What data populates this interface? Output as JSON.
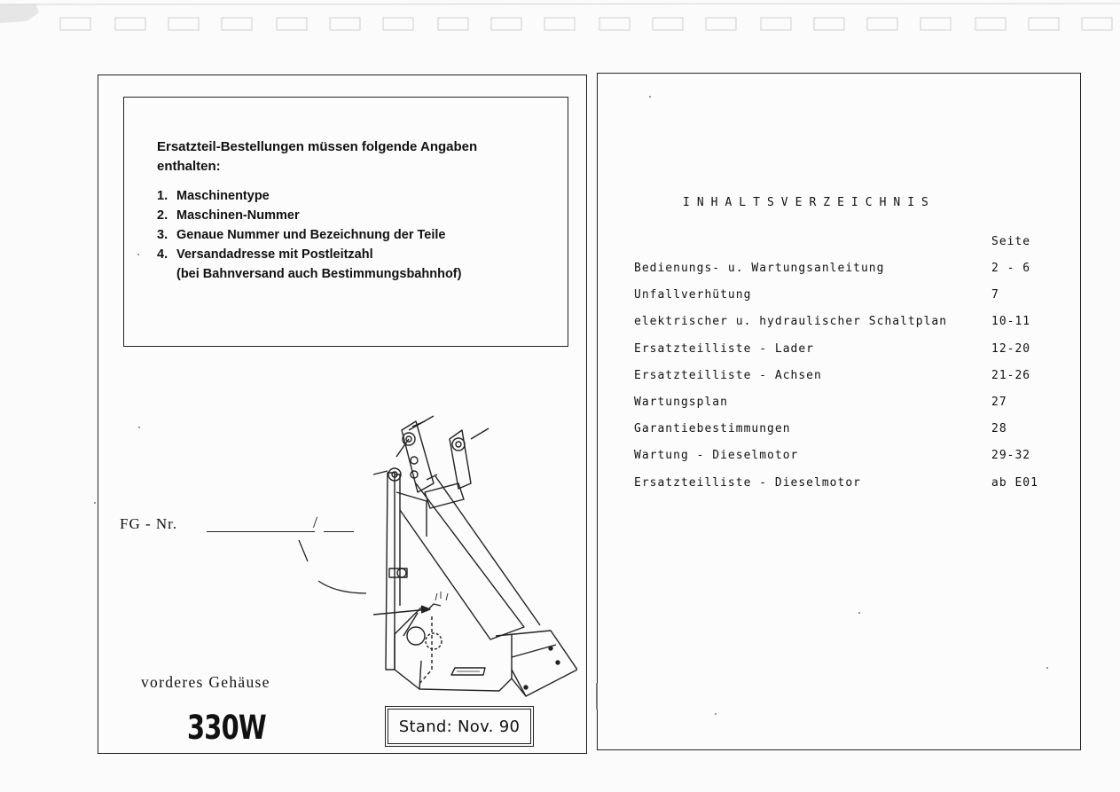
{
  "left_page": {
    "notice": {
      "heading": "Ersatzteil-Bestellungen müssen folgende Angaben enthalten:",
      "items": [
        {
          "number": "1.",
          "text": "Maschinentype"
        },
        {
          "number": "2.",
          "text": "Maschinen-Nummer"
        },
        {
          "number": "3.",
          "text": "Genaue Nummer und Bezeichnung der Teile"
        },
        {
          "number": "4.",
          "text": "Versandadresse mit Postleitzahl"
        }
      ],
      "item_continuation": "(bei Bahnversand auch Bestimmungsbahnhof)"
    },
    "fg_label": "FG - Nr.",
    "fg_separator": "/",
    "part_name": "vorderes Gehäuse",
    "model": "330W",
    "stand": "Stand: Nov. 90"
  },
  "right_page": {
    "toc_title": "INHALTSVERZEICHNIS",
    "page_column_header": "Seite",
    "entries": [
      {
        "title": "Bedienungs- u. Wartungsanleitung",
        "pages": "2 - 6"
      },
      {
        "title": "Unfallverhütung",
        "pages": "7"
      },
      {
        "title": "elektrischer u. hydraulischer Schaltplan",
        "pages": "10-11"
      },
      {
        "title": "Ersatzteilliste - Lader",
        "pages": "12-20"
      },
      {
        "title": "Ersatzteilliste - Achsen",
        "pages": "21-26"
      },
      {
        "title": "Wartungsplan",
        "pages": "27"
      },
      {
        "title": "Garantiebestimmungen",
        "pages": "28"
      },
      {
        "title": "Wartung - Dieselmotor",
        "pages": "29-32"
      },
      {
        "title": "Ersatzteilliste - Dieselmotor",
        "pages": "ab E01"
      }
    ]
  }
}
